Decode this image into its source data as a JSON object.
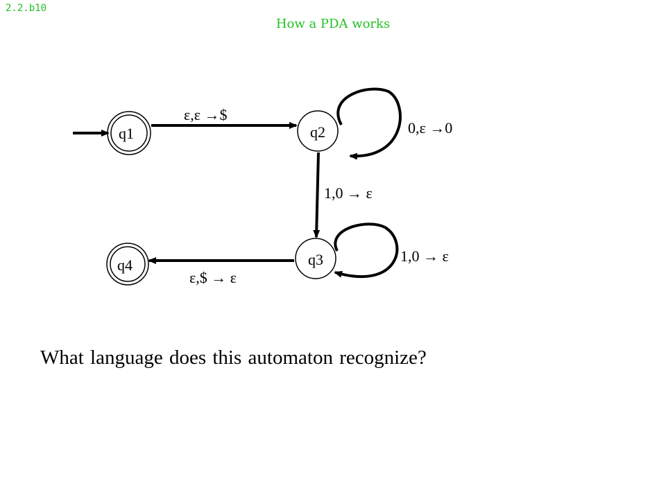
{
  "slide": {
    "id": "2.2.b10",
    "title": "How a PDA works"
  },
  "colors": {
    "accent": "#22c022",
    "ink": "#000000"
  },
  "pda": {
    "states": [
      {
        "name": "q1",
        "start": true,
        "accept": true
      },
      {
        "name": "q2",
        "start": false,
        "accept": false
      },
      {
        "name": "q3",
        "start": false,
        "accept": false
      },
      {
        "name": "q4",
        "start": false,
        "accept": true
      }
    ],
    "transitions": [
      {
        "from": "q1",
        "to": "q2",
        "label": "ε,ε →$"
      },
      {
        "from": "q2",
        "to": "q2",
        "label": "0,ε →0"
      },
      {
        "from": "q2",
        "to": "q3",
        "label": "1,0 → ε"
      },
      {
        "from": "q3",
        "to": "q3",
        "label": "1,0 → ε"
      },
      {
        "from": "q3",
        "to": "q4",
        "label": "ε,$ → ε"
      }
    ]
  },
  "question": "What language does this automaton recognize?"
}
